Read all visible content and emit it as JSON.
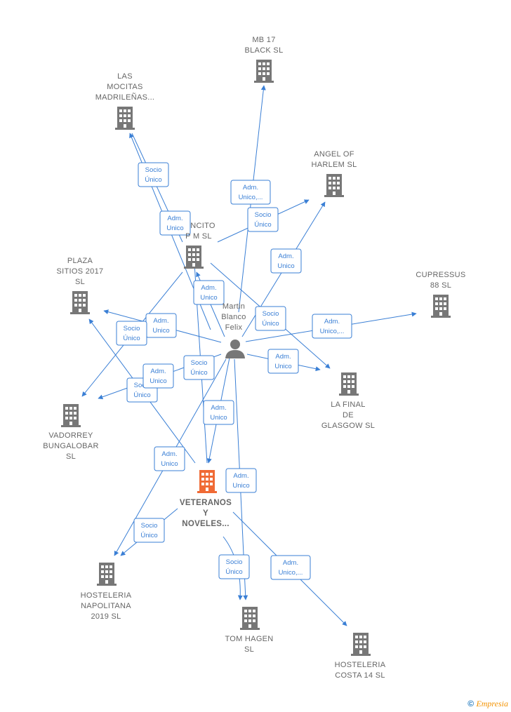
{
  "colors": {
    "edge": "#3a7fd5",
    "company": "#777777",
    "focus_company": "#f06a35",
    "person": "#777777"
  },
  "person": {
    "name_lines": [
      "Martin",
      "Blanco",
      "Felix"
    ],
    "icon": "person-icon"
  },
  "companies": [
    {
      "id": "mb17",
      "lines": [
        "MB 17",
        "BLACK  SL"
      ],
      "focus": false
    },
    {
      "id": "mocitas",
      "lines": [
        "LAS",
        "MOCITAS",
        "MADRILEÑAS..."
      ],
      "focus": false
    },
    {
      "id": "angel",
      "lines": [
        "ANGEL OF",
        "HARLEM  SL"
      ],
      "focus": false
    },
    {
      "id": "ncito",
      "lines": [
        "NCITO",
        "P M  SL"
      ],
      "focus": false
    },
    {
      "id": "plaza",
      "lines": [
        "PLAZA",
        "SITIOS 2017",
        "SL"
      ],
      "focus": false
    },
    {
      "id": "cupressus",
      "lines": [
        "CUPRESSUS",
        "88  SL"
      ],
      "focus": false
    },
    {
      "id": "lafinal",
      "lines": [
        "LA FINAL",
        "DE",
        "GLASGOW  SL"
      ],
      "focus": false
    },
    {
      "id": "vadorrey",
      "lines": [
        "VADORREY",
        "BUNGALOBAR",
        "SL"
      ],
      "focus": false
    },
    {
      "id": "veteranos",
      "lines": [
        "VETERANOS",
        "Y",
        "NOVELES..."
      ],
      "focus": true
    },
    {
      "id": "napolitana",
      "lines": [
        "HOSTELERIA",
        "NAPOLITANA",
        "2019  SL"
      ],
      "focus": false
    },
    {
      "id": "tomhagen",
      "lines": [
        "TOM HAGEN",
        "SL"
      ],
      "focus": false
    },
    {
      "id": "costa14",
      "lines": [
        "HOSTELERIA",
        "COSTA 14  SL"
      ],
      "focus": false
    }
  ],
  "edges": [
    {
      "id": "e-mb17",
      "label": [
        "Adm.",
        "Unico,..."
      ]
    },
    {
      "id": "e-mocitas-socio",
      "label": [
        "Socio",
        "Único"
      ]
    },
    {
      "id": "e-mocitas-adm",
      "label": [
        "Adm.",
        "Unico"
      ]
    },
    {
      "id": "e-angel-socio",
      "label": [
        "Socio",
        "Único"
      ]
    },
    {
      "id": "e-angel-adm",
      "label": [
        "Adm.",
        "Unico"
      ]
    },
    {
      "id": "e-ncito-adm",
      "label": [
        "Adm.",
        "Unico"
      ]
    },
    {
      "id": "e-lafinal-socio",
      "label": [
        "Socio",
        "Único"
      ]
    },
    {
      "id": "e-cupressus",
      "label": [
        "Adm.",
        "Unico,..."
      ]
    },
    {
      "id": "e-plaza-adm",
      "label": [
        "Adm.",
        "Unico"
      ]
    },
    {
      "id": "e-plaza-socio",
      "label": [
        "Socio",
        "Único"
      ]
    },
    {
      "id": "e-lafinal-adm",
      "label": [
        "Adm.",
        "Unico"
      ]
    },
    {
      "id": "e-vadorrey-socio",
      "label": [
        "Socio",
        "Único"
      ]
    },
    {
      "id": "e-vadorrey-adm",
      "label": [
        "Adm.",
        "Unico"
      ]
    },
    {
      "id": "e-vadorrey-socio2",
      "label": [
        "Socio",
        "Único"
      ]
    },
    {
      "id": "e-veteranos-adm",
      "label": [
        "Adm.",
        "Unico"
      ]
    },
    {
      "id": "e-napolitana-adm",
      "label": [
        "Adm.",
        "Unico"
      ]
    },
    {
      "id": "e-napolitana-socio",
      "label": [
        "Socio",
        "Único"
      ]
    },
    {
      "id": "e-tomhagen-adm",
      "label": [
        "Adm.",
        "Unico"
      ]
    },
    {
      "id": "e-tomhagen-socio",
      "label": [
        "Socio",
        "Único"
      ]
    },
    {
      "id": "e-costa14",
      "label": [
        "Adm.",
        "Unico,..."
      ]
    }
  ],
  "footer": {
    "copyright": "©",
    "brand": "Empresia"
  }
}
